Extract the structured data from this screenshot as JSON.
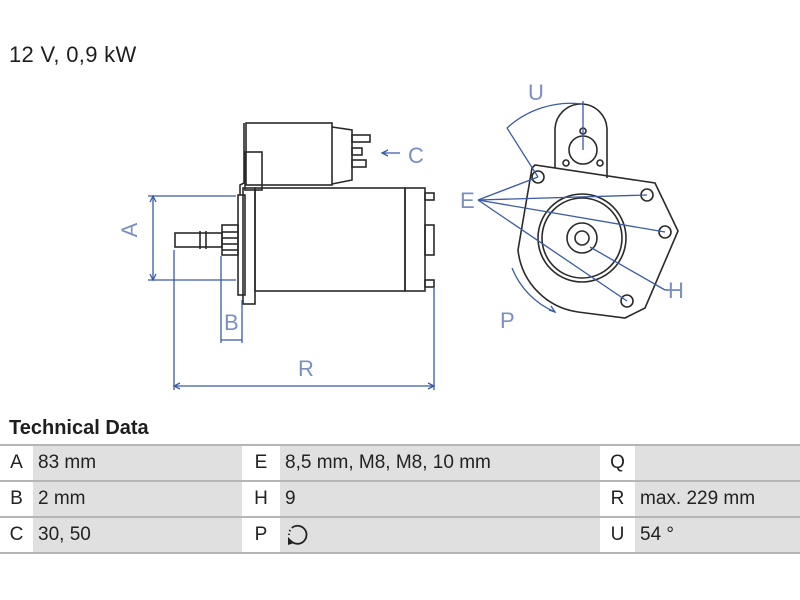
{
  "header": {
    "title": "12 V, 0,9 kW"
  },
  "drawing": {
    "labels": {
      "A": "A",
      "B": "B",
      "C": "C",
      "R": "R",
      "E": "E",
      "H": "H",
      "P": "P",
      "U": "U"
    },
    "line_color": "#2a2a2a",
    "dimension_color": "#3a5ba8"
  },
  "technical_data": {
    "title": "Technical Data",
    "rows": [
      [
        {
          "label": "A",
          "value": "83 mm"
        },
        {
          "label": "E",
          "value": "8,5 mm, M8, M8, 10 mm"
        },
        {
          "label": "Q",
          "value": ""
        }
      ],
      [
        {
          "label": "B",
          "value": "2 mm"
        },
        {
          "label": "H",
          "value": "9"
        },
        {
          "label": "R",
          "value": "max. 229 mm"
        }
      ],
      [
        {
          "label": "C",
          "value": "30, 50"
        },
        {
          "label": "P",
          "value": "",
          "icon": "rotation-counterclockwise-icon"
        },
        {
          "label": "U",
          "value": "54 °"
        }
      ]
    ]
  },
  "colors": {
    "label_bg": "#ffffff",
    "value_bg": "#e0e0e0",
    "row_border": "#b5b5b5"
  }
}
